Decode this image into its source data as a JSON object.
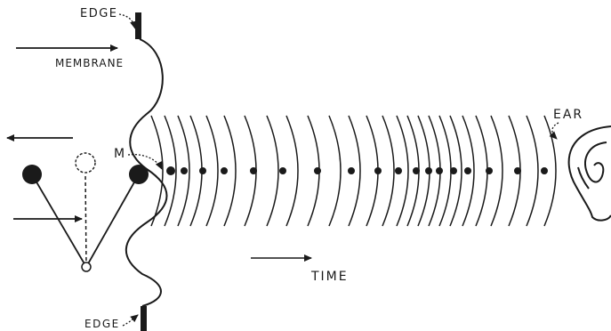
{
  "labels": {
    "edge_top": "EDGE",
    "membrane": "MEMBRANE",
    "m": "M",
    "time": "TIME",
    "ear": "EAR",
    "edge_bottom": "EDGE"
  },
  "colors": {
    "ink": "#1a1a1a",
    "background": "#ffffff"
  },
  "icons": {
    "ear": "ear-icon",
    "arrow": "arrow-icon",
    "pendulum": "pendulum-icon"
  }
}
